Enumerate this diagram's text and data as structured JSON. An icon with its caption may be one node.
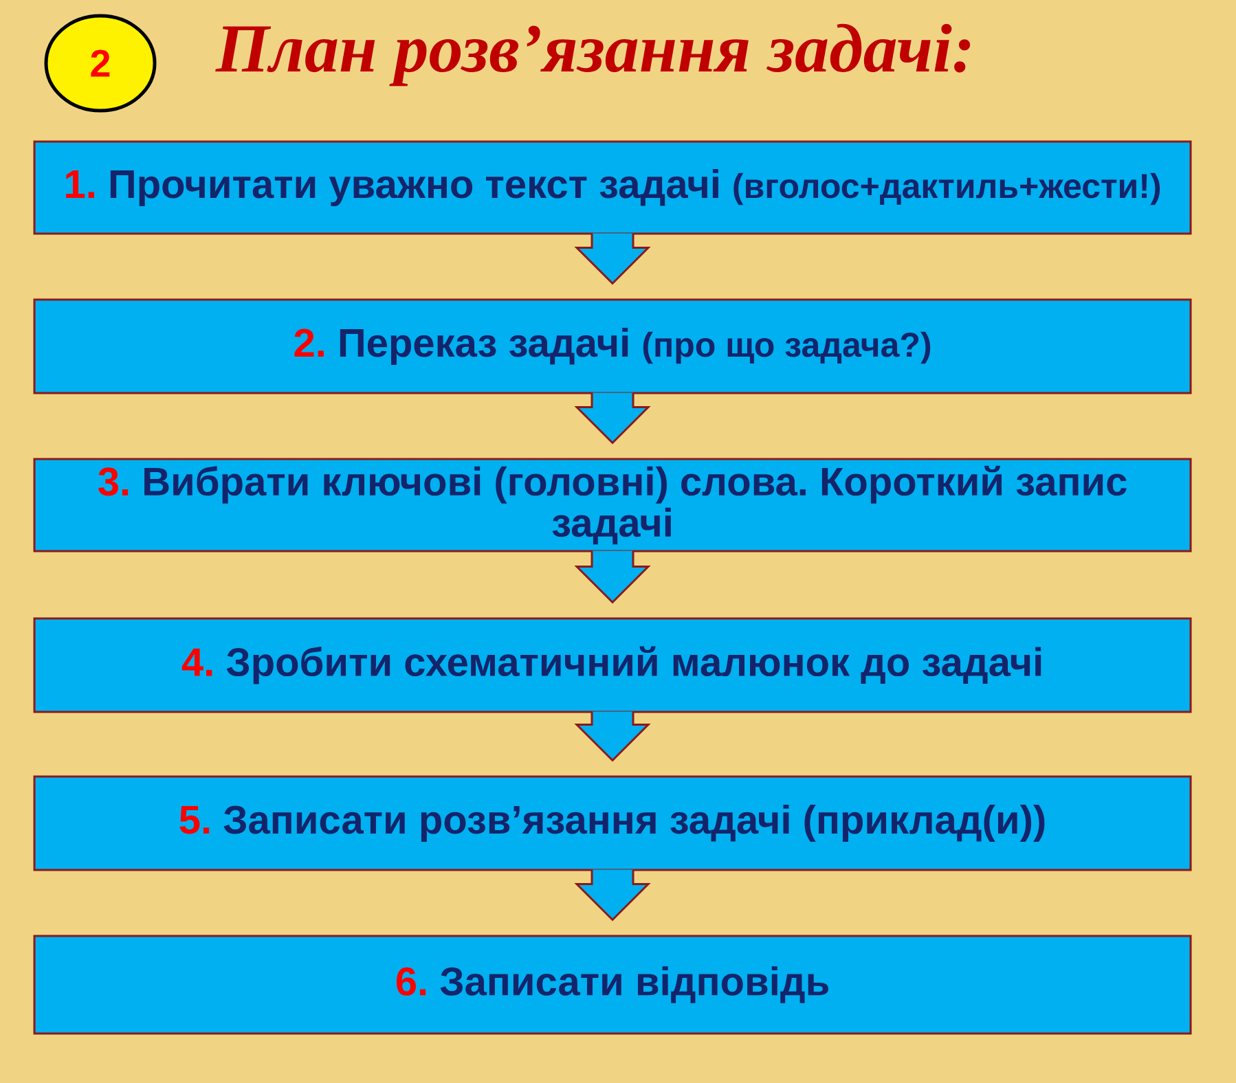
{
  "diagram": {
    "title": "План розв’язання задачі:",
    "nodes": [
      {
        "text": [
          "2"
        ]
      },
      {
        "text": [
          "1.",
          "Прочитати уважно текст задачі",
          "(вголос+дактиль+жести!)"
        ]
      },
      {
        "text": [
          "2.",
          "Переказ задачі",
          "(про що задача?)"
        ]
      },
      {
        "text": [
          "3.",
          "Вибрати ключові (головні) слова. Короткий запис задачі"
        ]
      },
      {
        "text": [
          "4.",
          "Зробити схематичний малюнок до задачі"
        ]
      },
      {
        "text": [
          "5.",
          "Записати розв’язання задачі (приклад(и))"
        ]
      },
      {
        "text": [
          "6.",
          "Записати відповідь"
        ]
      }
    ],
    "edges": [
      {
        "from": 1,
        "to": 2,
        "arrow": "to"
      },
      {
        "from": 2,
        "to": 3,
        "arrow": "to"
      },
      {
        "from": 3,
        "to": 4,
        "arrow": "to"
      },
      {
        "from": 4,
        "to": 5,
        "arrow": "to"
      },
      {
        "from": 5,
        "to": 6,
        "arrow": "to"
      }
    ]
  }
}
